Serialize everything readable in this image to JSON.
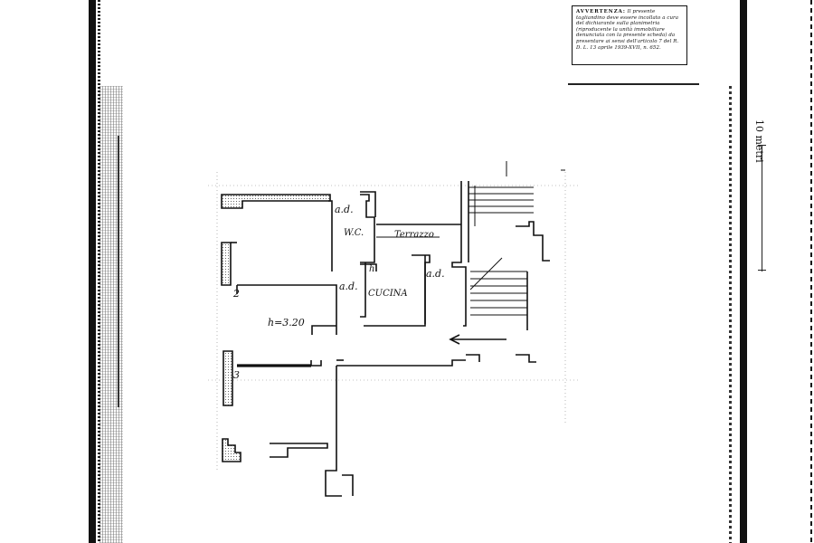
{
  "notice": {
    "heading": "AVVERTENZA:",
    "body": "Il presente tagliandino deve essere incollato a cura del dichiarante sulla planimetria (riproducente la unità immobiliare denunciata con la presente scheda) da presentare ai sensi dell'articolo 7 del R. D. L. 13 aprile 1939-XVII, n. 652."
  },
  "scale": {
    "label": "10 metri"
  },
  "plan": {
    "labels": {
      "ad_top": "a.d.",
      "wc": "W.C.",
      "terrace": "Terrazzo",
      "h": "h",
      "ad_mid": "a.d.",
      "kitchen": "CUCINA",
      "ad_right": "a.d.",
      "height": "h=3.20",
      "num_2": "2",
      "num_3": "3"
    }
  },
  "colors": {
    "ink": "#111111",
    "paper": "#ffffff"
  }
}
